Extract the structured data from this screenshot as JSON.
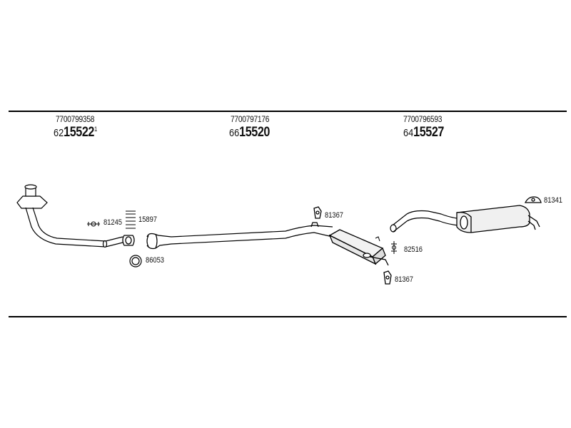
{
  "sections": [
    {
      "oem": "7700799358",
      "part_prefix": "62",
      "part_main": "15522",
      "part_suffix": "1"
    },
    {
      "oem": "7700797176",
      "part_prefix": "66",
      "part_main": "15520",
      "part_suffix": ""
    },
    {
      "oem": "7700796593",
      "part_prefix": "64",
      "part_main": "15527",
      "part_suffix": ""
    }
  ],
  "callouts": {
    "c81245": "81245",
    "c15897": "15897",
    "c86053": "86053",
    "c81367a": "81367",
    "c82516": "82516",
    "c81367b": "81367",
    "c81341": "81341"
  },
  "colors": {
    "line": "#000000",
    "pipe_fill": "#ffffff",
    "muffler_fill": "#eeeeee"
  }
}
